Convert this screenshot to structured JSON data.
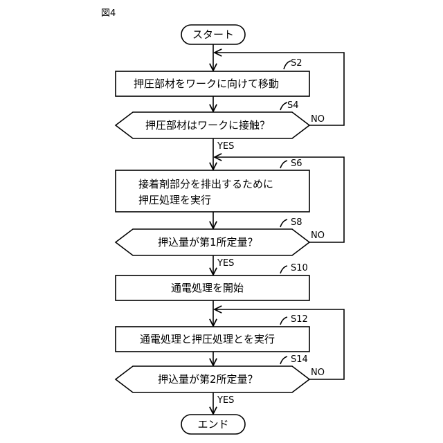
{
  "figure_label": "図4",
  "start": "スタート",
  "end": "エンド",
  "steps": [
    {
      "id": "S2",
      "text": "押圧部材をワークに向けて移動"
    },
    {
      "id": "S4",
      "text": "押圧部材はワークに接触？"
    },
    {
      "id": "S6",
      "line1": "接着剤部分を排出するために",
      "line2": "押圧処理を実行"
    },
    {
      "id": "S8",
      "text": "押込量が第1所定量？"
    },
    {
      "id": "S10",
      "text": "通電処理を開始"
    },
    {
      "id": "S12",
      "text": "通電処理と押圧処理とを実行"
    },
    {
      "id": "S14",
      "text": "押込量が第2所定量？"
    }
  ],
  "labels": {
    "yes": "YES",
    "no": "NO"
  }
}
